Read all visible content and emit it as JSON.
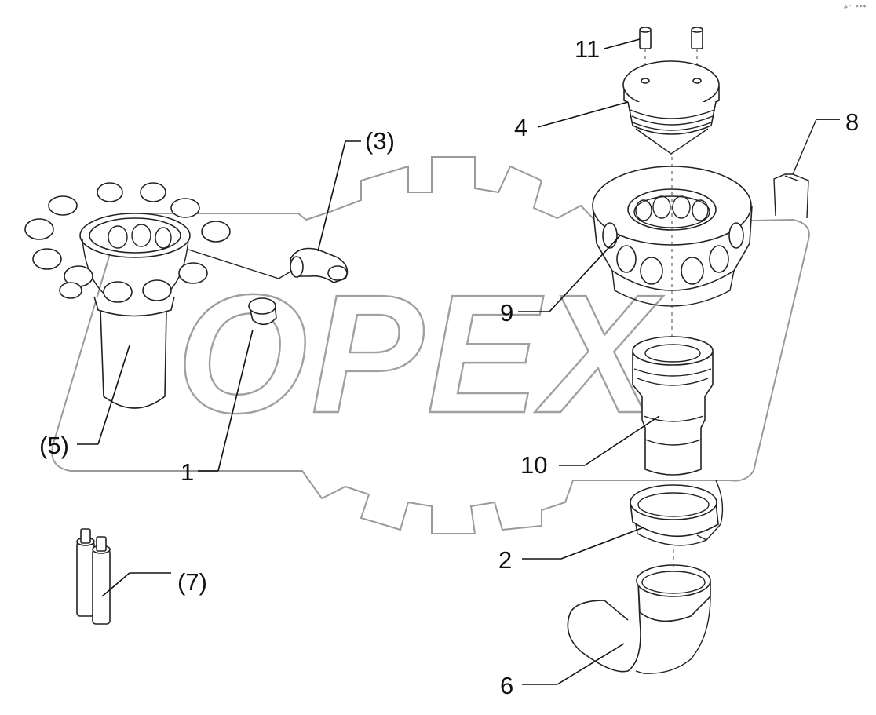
{
  "watermark": "OPEX",
  "corner_mark": "e\" ***",
  "callouts": [
    {
      "id": "11",
      "text": "11"
    },
    {
      "id": "4",
      "text": "4"
    },
    {
      "id": "8",
      "text": "8"
    },
    {
      "id": "3",
      "text": "(3)"
    },
    {
      "id": "9",
      "text": "9"
    },
    {
      "id": "5",
      "text": "(5)"
    },
    {
      "id": "1",
      "text": "1"
    },
    {
      "id": "10",
      "text": "10"
    },
    {
      "id": "2",
      "text": "2"
    },
    {
      "id": "7",
      "text": "(7)"
    },
    {
      "id": "6",
      "text": "6"
    }
  ]
}
